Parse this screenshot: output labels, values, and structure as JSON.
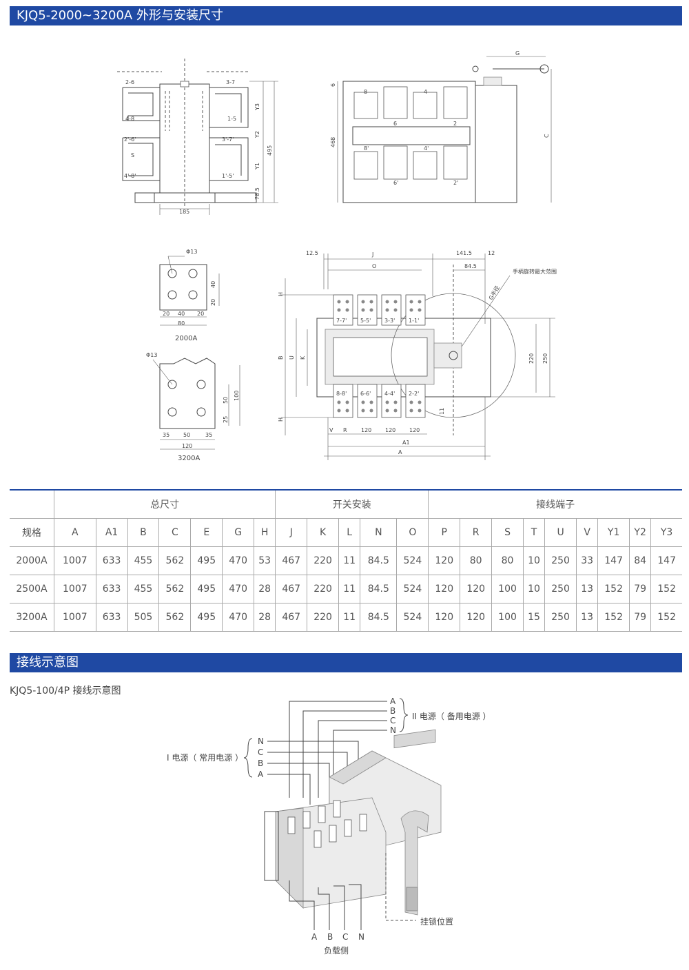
{
  "section1_title": "KJQ5-2000~3200A 外形与安装尺寸",
  "section2_title": "接线示意图",
  "wiring_subtitle": "KJQ5-100/4P 接线示意图",
  "drawing_top": {
    "left_labels": [
      "2-6",
      "4-8",
      "2'-6'",
      "S",
      "4'-8'"
    ],
    "right_labels": [
      "3-7",
      "1-5",
      "3'-7'",
      "1'-5'"
    ],
    "dims": [
      "185",
      "Y3",
      "Y2",
      "Y1",
      "495",
      "78.5"
    ],
    "side_dims": [
      "6",
      "468",
      "G",
      "C"
    ],
    "side_digits": [
      "8",
      "4",
      "6",
      "2",
      "8'",
      "4'",
      "6'",
      "2'"
    ]
  },
  "drawing_mid": {
    "plate_2000": {
      "label": "2000A",
      "phi": "Φ13",
      "dims": [
        "20",
        "40",
        "20",
        "40",
        "20",
        "80"
      ]
    },
    "plate_3200": {
      "label": "3200A",
      "phi": "Φ13",
      "dims": [
        "35",
        "50",
        "35",
        "120",
        "50",
        "25",
        "100"
      ]
    },
    "plan": {
      "top_dims": [
        "12.5",
        "J",
        "O",
        "141.5",
        "84.5",
        "12"
      ],
      "handle_note": "手柄旋转最大范围",
      "radius_label": "G半径",
      "left_dims": [
        "H",
        "B",
        "U",
        "K",
        "H"
      ],
      "right_dims": [
        "220",
        "250"
      ],
      "top_terms": [
        "7-7'",
        "5-5'",
        "3-3'",
        "1-1'"
      ],
      "bottom_terms": [
        "8-8'",
        "6-6'",
        "4-4'",
        "2-2'"
      ],
      "bottom_dims": [
        "V",
        "R",
        "120",
        "120",
        "120"
      ],
      "total_dims": [
        "A1",
        "A"
      ],
      "small_dim": "11"
    }
  },
  "table": {
    "groups": [
      "总尺寸",
      "开关安装",
      "接线端子"
    ],
    "headers": [
      "规格",
      "A",
      "A1",
      "B",
      "C",
      "E",
      "G",
      "H",
      "J",
      "K",
      "L",
      "N",
      "O",
      "P",
      "R",
      "S",
      "T",
      "U",
      "V",
      "Y1",
      "Y2",
      "Y3"
    ],
    "rows": [
      [
        "2000A",
        "1007",
        "633",
        "455",
        "562",
        "495",
        "470",
        "53",
        "467",
        "220",
        "11",
        "84.5",
        "524",
        "120",
        "80",
        "80",
        "10",
        "250",
        "33",
        "147",
        "84",
        "147"
      ],
      [
        "2500A",
        "1007",
        "633",
        "455",
        "562",
        "495",
        "470",
        "28",
        "467",
        "220",
        "11",
        "84.5",
        "524",
        "120",
        "120",
        "100",
        "10",
        "250",
        "13",
        "152",
        "79",
        "152"
      ],
      [
        "3200A",
        "1007",
        "633",
        "505",
        "562",
        "495",
        "470",
        "28",
        "467",
        "220",
        "11",
        "84.5",
        "524",
        "120",
        "120",
        "100",
        "15",
        "250",
        "13",
        "152",
        "79",
        "152"
      ]
    ]
  },
  "wiring": {
    "source2_phases": [
      "A",
      "B",
      "C",
      "N"
    ],
    "source2_label": "II 电源（ 备用电源 ）",
    "source1_phases": [
      "N",
      "C",
      "B",
      "A"
    ],
    "source1_label": "I 电源（ 常用电源 ）",
    "load_phases": [
      "A",
      "B",
      "C",
      "N"
    ],
    "load_label": "负载侧",
    "lock_label": "挂锁位置"
  }
}
